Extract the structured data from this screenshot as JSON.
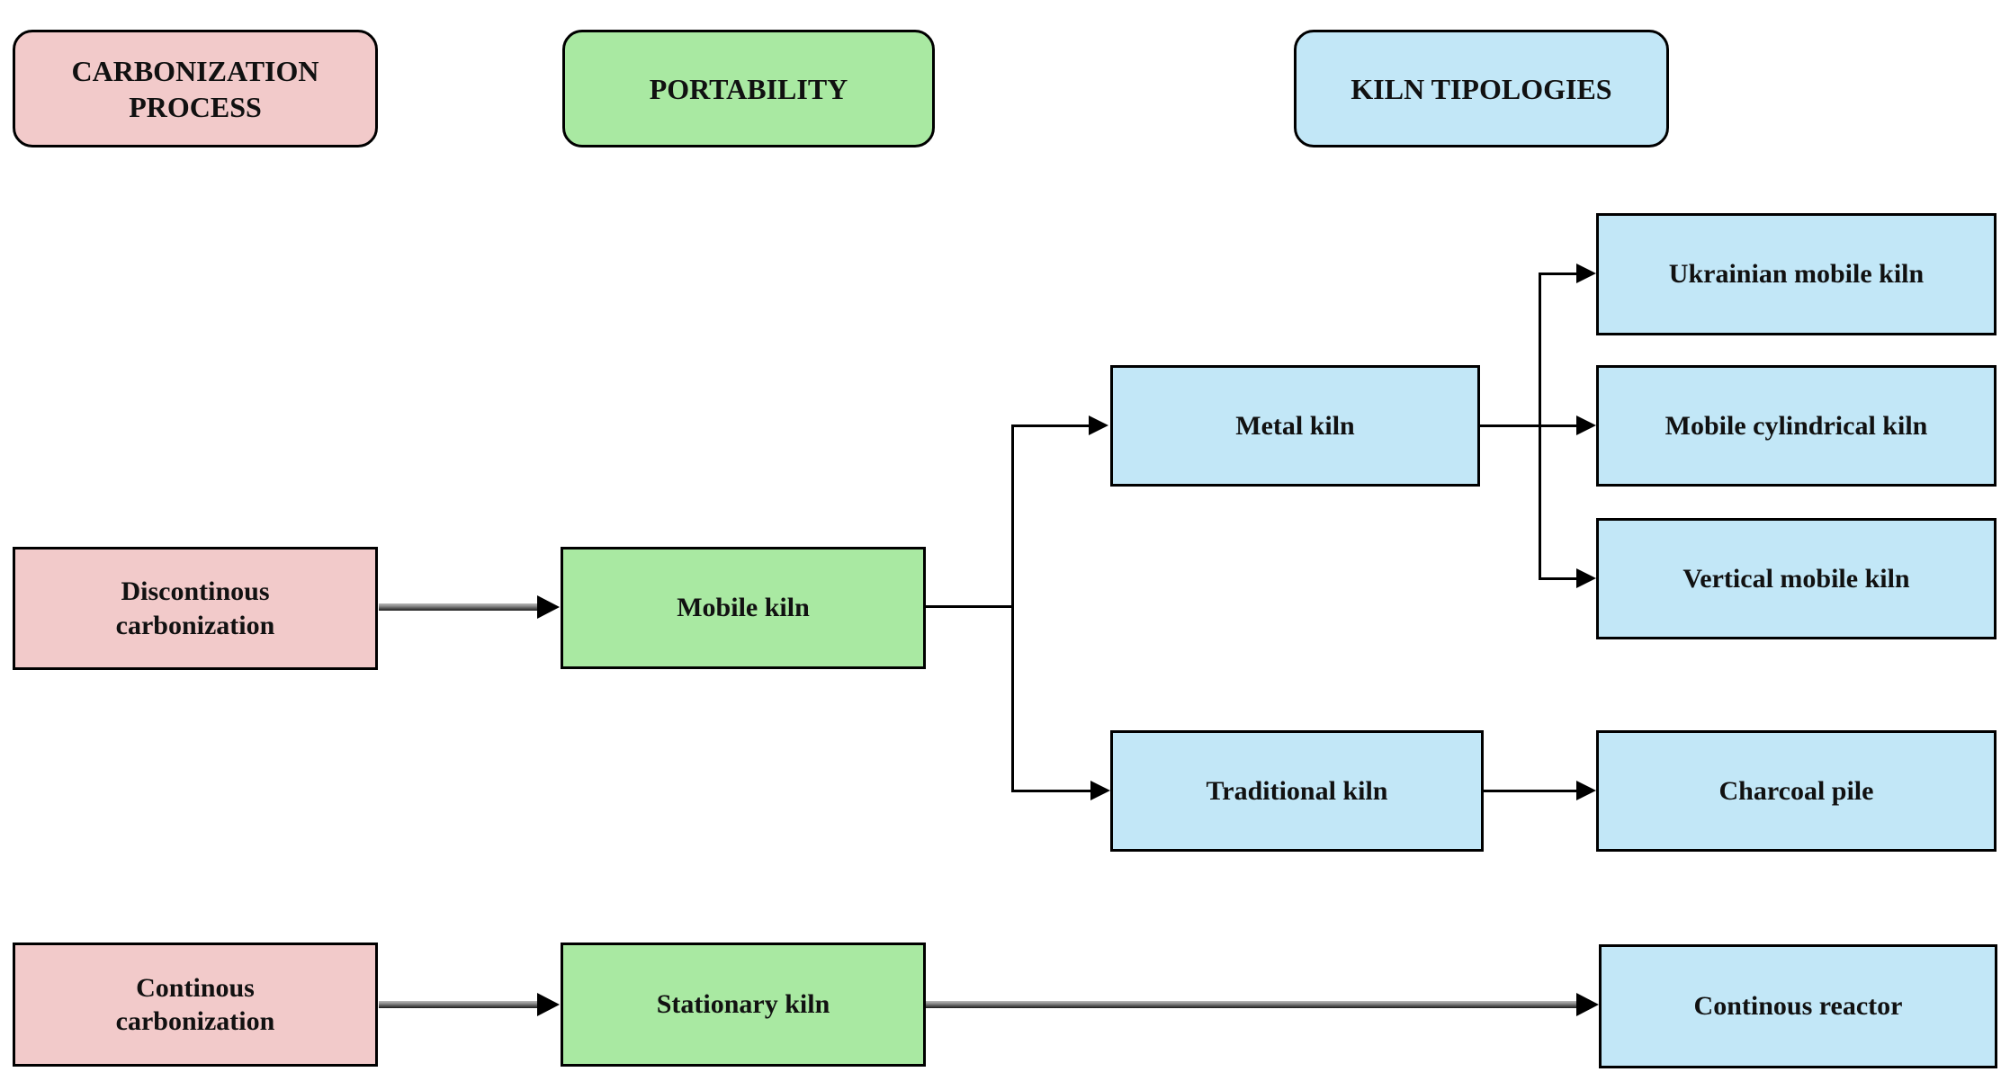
{
  "diagram": {
    "headers": [
      {
        "id": "carbonization-process",
        "label": "CARBONIZATION PROCESS",
        "color": "#f2caca"
      },
      {
        "id": "portability",
        "label": "PORTABILITY",
        "color": "#a9e9a2"
      },
      {
        "id": "kiln-tipologies",
        "label": "KILN TIPOLOGIES",
        "color": "#c2e7f7"
      }
    ],
    "nodes": {
      "discontinous": {
        "label": "Discontinous carbonization",
        "color": "#f2caca"
      },
      "mobile": {
        "label": "Mobile kiln",
        "color": "#a9e9a2"
      },
      "metal": {
        "label": "Metal kiln",
        "color": "#c2e7f7"
      },
      "traditional": {
        "label": "Traditional kiln",
        "color": "#c2e7f7"
      },
      "ukrainian": {
        "label": "Ukrainian mobile kiln",
        "color": "#c2e7f7"
      },
      "cylindrical": {
        "label": "Mobile cylindrical kiln",
        "color": "#c2e7f7"
      },
      "vertical": {
        "label": "Vertical mobile kiln",
        "color": "#c2e7f7"
      },
      "charcoal": {
        "label": "Charcoal pile",
        "color": "#c2e7f7"
      },
      "continous": {
        "label": "Continous carbonization",
        "color": "#f2caca"
      },
      "stationary": {
        "label": "Stationary kiln",
        "color": "#a9e9a2"
      },
      "reactor": {
        "label": "Continous reactor",
        "color": "#c2e7f7"
      }
    },
    "edges": [
      {
        "from": "discontinous",
        "to": "mobile",
        "style": "beveled-arrow"
      },
      {
        "from": "mobile",
        "to": "metal",
        "style": "elbow-arrow"
      },
      {
        "from": "mobile",
        "to": "traditional",
        "style": "elbow-arrow"
      },
      {
        "from": "metal",
        "to": "ukrainian",
        "style": "elbow-arrow"
      },
      {
        "from": "metal",
        "to": "cylindrical",
        "style": "straight-arrow"
      },
      {
        "from": "metal",
        "to": "vertical",
        "style": "elbow-arrow"
      },
      {
        "from": "traditional",
        "to": "charcoal",
        "style": "straight-arrow"
      },
      {
        "from": "continous",
        "to": "stationary",
        "style": "beveled-arrow"
      },
      {
        "from": "stationary",
        "to": "reactor",
        "style": "beveled-arrow"
      }
    ],
    "colors": {
      "pink": "#f2caca",
      "green": "#a9e9a2",
      "blue": "#c2e7f7",
      "line": "#000000",
      "text": "#111111"
    }
  }
}
